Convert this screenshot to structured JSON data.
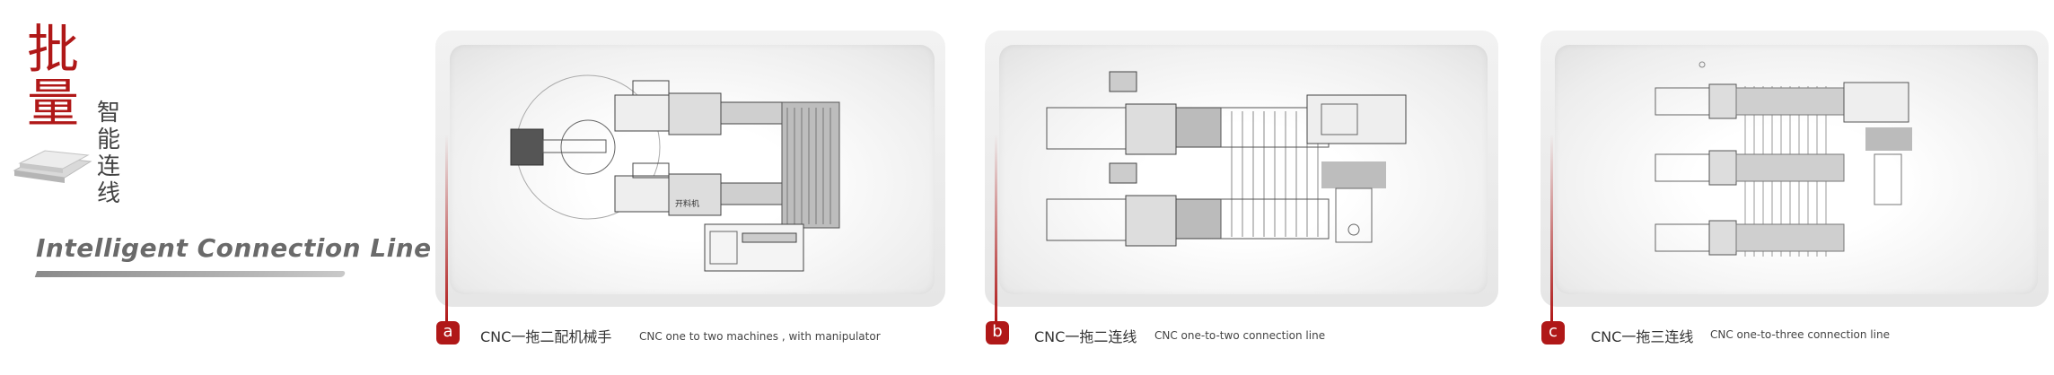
{
  "header": {
    "title_chars": [
      "批",
      "量"
    ],
    "subtitle_chars": [
      "智",
      "能",
      "连",
      "线"
    ],
    "title_en": "Intelligent Connection Line"
  },
  "colors": {
    "accent": "#b01818",
    "text": "#333333"
  },
  "panels": [
    {
      "badge": "a",
      "caption_zh": "CNC一拖二配机械手",
      "caption_en": "CNC one to two machines , with manipulator",
      "annotation": "开料机"
    },
    {
      "badge": "b",
      "caption_zh": "CNC一拖二连线",
      "caption_en": "CNC one-to-two connection line"
    },
    {
      "badge": "c",
      "caption_zh": "CNC一拖三连线",
      "caption_en": "CNC one-to-three connection line"
    }
  ]
}
